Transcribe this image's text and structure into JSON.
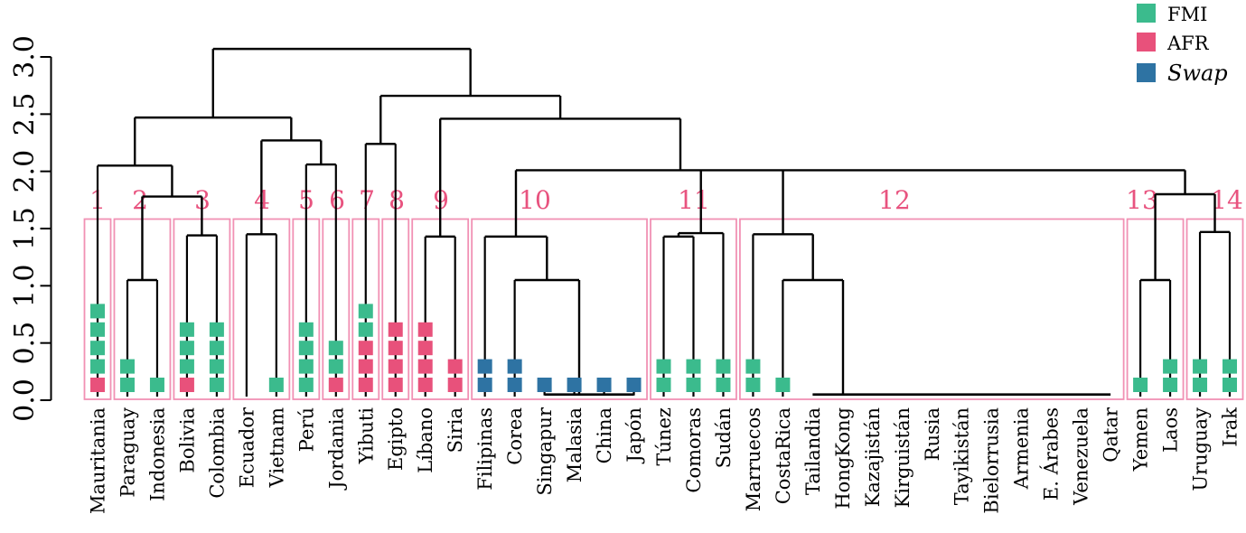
{
  "legend": {
    "items": [
      {
        "label": "FMI",
        "key": "FMI",
        "color": "#3bbb8d",
        "italic": false
      },
      {
        "label": "AFR",
        "key": "AFR",
        "color": "#e8517b",
        "italic": false
      },
      {
        "label": "Swap",
        "key": "SWAP",
        "color": "#2e73a3",
        "italic": true
      }
    ]
  },
  "colors": {
    "link": "#000000",
    "box": "#f191b4",
    "cluster_number": "#e8537f",
    "background": "#ffffff"
  },
  "axis": {
    "ticks": [
      {
        "label": "0.0",
        "v": 0.0
      },
      {
        "label": "0.5",
        "v": 0.5
      },
      {
        "label": "1.0",
        "v": 1.0
      },
      {
        "label": "1.5",
        "v": 1.5
      },
      {
        "label": "2.0",
        "v": 2.0
      },
      {
        "label": "2.5",
        "v": 2.5
      },
      {
        "label": "3.0",
        "v": 3.0
      }
    ]
  },
  "chart_data": {
    "type": "dendrogram",
    "ylim": [
      0,
      3
    ],
    "grid": false,
    "legend_position": "top-right",
    "marker_colors": {
      "FMI": "#3bbb8d",
      "AFR": "#e8517b",
      "SWAP": "#2e73a3"
    },
    "leaves": [
      {
        "name": "Mauritania",
        "markers": [
          "AFR",
          "FMI",
          "FMI",
          "FMI",
          "FMI"
        ]
      },
      {
        "name": "Paraguay",
        "markers": [
          "FMI",
          "FMI"
        ]
      },
      {
        "name": "Indonesia",
        "markers": [
          "FMI"
        ]
      },
      {
        "name": "Bolivia",
        "markers": [
          "AFR",
          "FMI",
          "FMI",
          "FMI"
        ]
      },
      {
        "name": "Colombia",
        "markers": [
          "FMI",
          "FMI",
          "FMI",
          "FMI"
        ]
      },
      {
        "name": "Ecuador",
        "markers": []
      },
      {
        "name": "Vietnam",
        "markers": [
          "FMI"
        ]
      },
      {
        "name": "Perú",
        "markers": [
          "FMI",
          "FMI",
          "FMI",
          "FMI"
        ]
      },
      {
        "name": "Jordania",
        "markers": [
          "AFR",
          "FMI",
          "FMI"
        ]
      },
      {
        "name": "Yibuti",
        "markers": [
          "AFR",
          "AFR",
          "AFR",
          "FMI",
          "FMI"
        ]
      },
      {
        "name": "Egipto",
        "markers": [
          "AFR",
          "AFR",
          "AFR",
          "AFR"
        ]
      },
      {
        "name": "Líbano",
        "markers": [
          "AFR",
          "AFR",
          "AFR",
          "AFR"
        ]
      },
      {
        "name": "Siria",
        "markers": [
          "AFR",
          "AFR"
        ]
      },
      {
        "name": "Filipinas",
        "markers": [
          "SWAP",
          "SWAP"
        ]
      },
      {
        "name": "Corea",
        "markers": [
          "SWAP",
          "SWAP"
        ]
      },
      {
        "name": "Singapur",
        "markers": [
          "SWAP"
        ]
      },
      {
        "name": "Malasia",
        "markers": [
          "SWAP"
        ]
      },
      {
        "name": "China",
        "markers": [
          "SWAP"
        ]
      },
      {
        "name": "Japón",
        "markers": [
          "SWAP"
        ]
      },
      {
        "name": "Túnez",
        "markers": [
          "FMI",
          "FMI"
        ]
      },
      {
        "name": "Comoras",
        "markers": [
          "FMI",
          "FMI"
        ]
      },
      {
        "name": "Sudán",
        "markers": [
          "FMI",
          "FMI"
        ]
      },
      {
        "name": "Marruecos",
        "markers": [
          "FMI",
          "FMI"
        ]
      },
      {
        "name": "CostaRica",
        "markers": [
          "FMI"
        ]
      },
      {
        "name": "Tailandia",
        "markers": []
      },
      {
        "name": "HongKong",
        "markers": []
      },
      {
        "name": "Kazajistán",
        "markers": []
      },
      {
        "name": "Kirguistán",
        "markers": []
      },
      {
        "name": "Rusia",
        "markers": []
      },
      {
        "name": "Tayikistán",
        "markers": []
      },
      {
        "name": "Bielorrusia",
        "markers": []
      },
      {
        "name": "Armenia",
        "markers": []
      },
      {
        "name": "E. Árabes",
        "markers": []
      },
      {
        "name": "Venezuela",
        "markers": []
      },
      {
        "name": "Qatar",
        "markers": []
      },
      {
        "name": "Yemen",
        "markers": [
          "FMI"
        ]
      },
      {
        "name": "Laos",
        "markers": [
          "FMI",
          "FMI"
        ]
      },
      {
        "name": "Uruguay",
        "markers": [
          "FMI",
          "FMI"
        ]
      },
      {
        "name": "Irak",
        "markers": [
          "FMI",
          "FMI"
        ]
      }
    ],
    "clusters": [
      {
        "num": "1",
        "from": 0,
        "to": 0,
        "nx": 108
      },
      {
        "num": "2",
        "from": 1,
        "to": 2,
        "nx": 155
      },
      {
        "num": "3",
        "from": 3,
        "to": 4,
        "nx": 224
      },
      {
        "num": "4",
        "from": 5,
        "to": 6,
        "nx": 290
      },
      {
        "num": "5",
        "from": 7,
        "to": 7,
        "nx": 339
      },
      {
        "num": "6",
        "from": 8,
        "to": 8,
        "nx": 373
      },
      {
        "num": "7",
        "from": 9,
        "to": 9,
        "nx": 406
      },
      {
        "num": "8",
        "from": 10,
        "to": 10,
        "nx": 439
      },
      {
        "num": "9",
        "from": 11,
        "to": 12,
        "nx": 488
      },
      {
        "num": "10",
        "from": 13,
        "to": 18,
        "nx": 592
      },
      {
        "num": "11",
        "from": 19,
        "to": 21,
        "nx": 768
      },
      {
        "num": "12",
        "from": 22,
        "to": 34,
        "nx": 990
      },
      {
        "num": "13",
        "from": 35,
        "to": 36,
        "nx": 1264
      },
      {
        "num": "14",
        "from": 37,
        "to": 38,
        "nx": 1358
      }
    ],
    "tree": {
      "h": 3.07,
      "c": [
        {
          "h": 2.47,
          "c": [
            {
              "h": 2.05,
              "c": [
                "Mauritania",
                {
                  "h": 1.78,
                  "c": [
                    {
                      "h": 1.05,
                      "c": [
                        "Paraguay",
                        "Indonesia"
                      ]
                    },
                    {
                      "h": 1.44,
                      "c": [
                        "Bolivia",
                        "Colombia"
                      ]
                    }
                  ]
                }
              ]
            },
            {
              "h": 2.27,
              "c": [
                {
                  "h": 1.45,
                  "c": [
                    "Ecuador",
                    "Vietnam"
                  ]
                },
                {
                  "h": 2.06,
                  "c": [
                    "Perú",
                    "Jordania"
                  ]
                }
              ]
            }
          ]
        },
        {
          "h": 2.66,
          "c": [
            {
              "h": 2.24,
              "c": [
                "Yibuti",
                "Egipto"
              ]
            },
            {
              "h": 2.46,
              "c": [
                {
                  "h": 1.43,
                  "c": [
                    "Líbano",
                    "Siria"
                  ]
                },
                {
                  "h": 2.01,
                  "stem": 753,
                  "c": [
                    {
                      "h": 1.43,
                      "c": [
                        "Filipinas",
                        {
                          "h": 1.05,
                          "c": [
                            "Corea",
                            {
                              "h": 0.05,
                              "stem": 641,
                              "flat": [
                                "Singapur",
                                "Malasia",
                                "China",
                                "Japón"
                              ]
                            }
                          ]
                        }
                      ]
                    },
                    {
                      "h": 1.46,
                      "c": [
                        {
                          "h": 1.43,
                          "c": [
                            "Túnez",
                            "Comoras"
                          ]
                        },
                        "Sudán"
                      ]
                    },
                    {
                      "h": 1.45,
                      "c": [
                        "Marruecos",
                        {
                          "h": 1.05,
                          "c": [
                            "CostaRica",
                            {
                              "h": 0.05,
                              "stem": 933,
                              "flat": [
                                "Tailandia",
                                "HongKong",
                                "Kazajistán",
                                "Kirguistán",
                                "Rusia",
                                "Tayikistán",
                                "Bielorrusia",
                                "Armenia",
                                "E. Árabes",
                                "Venezuela",
                                "Qatar"
                              ]
                            }
                          ]
                        }
                      ]
                    },
                    {
                      "h": 1.8,
                      "c": [
                        {
                          "h": 1.05,
                          "c": [
                            "Yemen",
                            "Laos"
                          ]
                        },
                        {
                          "h": 1.47,
                          "c": [
                            "Uruguay",
                            "Irak"
                          ]
                        }
                      ]
                    }
                  ]
                }
              ]
            }
          ]
        }
      ]
    }
  }
}
